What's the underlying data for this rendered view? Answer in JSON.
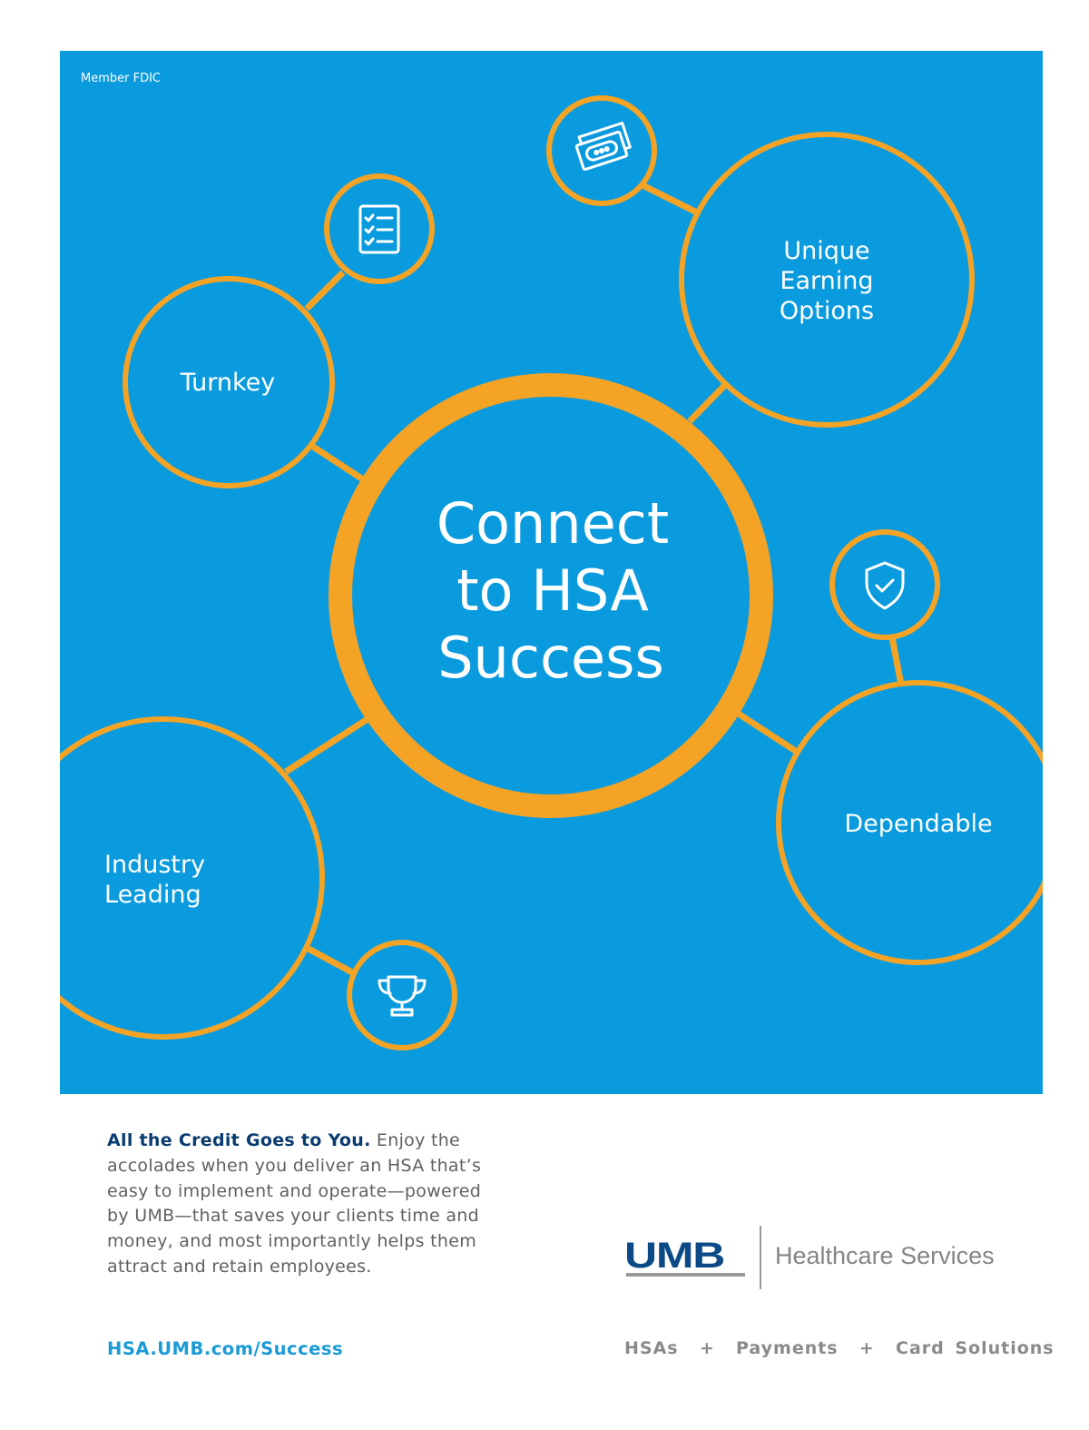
{
  "banner": {
    "member_fdic": "Member FDIC",
    "headline": [
      "Connect",
      "to HSA",
      "Success"
    ],
    "bubbles": {
      "turnkey": [
        "Turnkey"
      ],
      "unique": [
        "Unique",
        "Earning",
        "Options"
      ],
      "dependable": [
        "Dependable"
      ],
      "industry": [
        "Industry",
        "Leading"
      ]
    },
    "icons": [
      "checklist-icon",
      "money-icon",
      "shield-check-icon",
      "trophy-icon"
    ],
    "colors": {
      "background": "#0a9ade",
      "accent": "#f5a325"
    }
  },
  "copy": {
    "lead": "All the Credit Goes to You.",
    "body": " Enjoy the accolades when you deliver an HSA that’s easy to implement and operate—powered by UMB—that saves your clients time and money, and most importantly helps them attract and retain employees."
  },
  "footer": {
    "url": "HSA.UMB.com/Success",
    "logo_mark": "UMB",
    "logo_text": "Healthcare Services",
    "tagline": "HSAs  +  Payments  +  Card Solutions"
  }
}
